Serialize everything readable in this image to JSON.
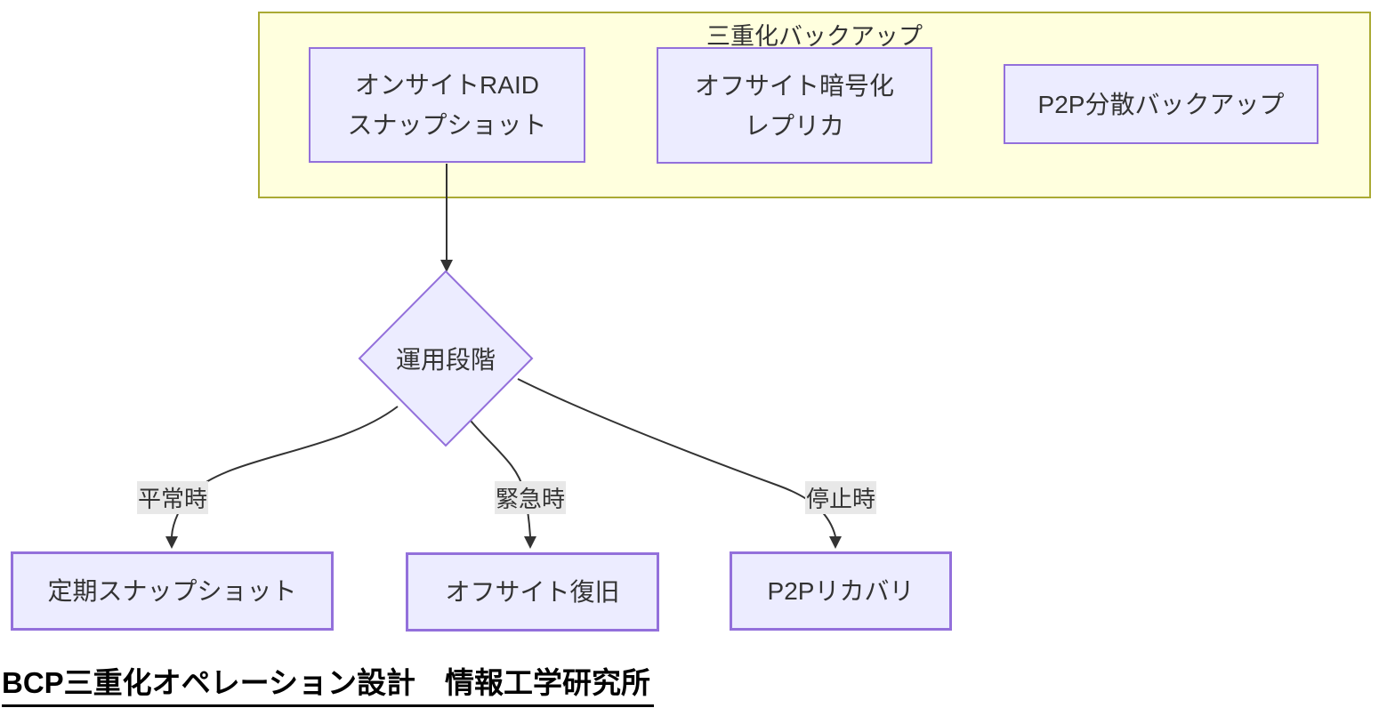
{
  "diagram": {
    "cluster": {
      "title": "三重化バックアップ"
    },
    "nodes": {
      "onsite_raid": {
        "lines": [
          "オンサイトRAID",
          "スナップショット"
        ]
      },
      "offsite_replica": {
        "lines": [
          "オフサイト暗号化",
          "レプリカ"
        ]
      },
      "p2p_backup": {
        "label": "P2P分散バックアップ"
      },
      "decision": {
        "label": "運用段階"
      },
      "periodic_snapshot": {
        "label": "定期スナップショット"
      },
      "offsite_recovery": {
        "label": "オフサイト復旧"
      },
      "p2p_recovery": {
        "label": "P2Pリカバリ"
      }
    },
    "edge_labels": {
      "normal": "平常時",
      "emergency": "緊急時",
      "stopped": "停止時"
    },
    "caption": "BCP三重化オペレーション設計　情報工学研究所",
    "colors": {
      "node_fill": "#ECECFF",
      "node_border": "#9370DB",
      "cluster_fill": "#ffffde",
      "cluster_border": "#aaaa33",
      "edge": "#333333",
      "edge_label_bg": "#e8e8e8",
      "text": "#333333"
    }
  }
}
